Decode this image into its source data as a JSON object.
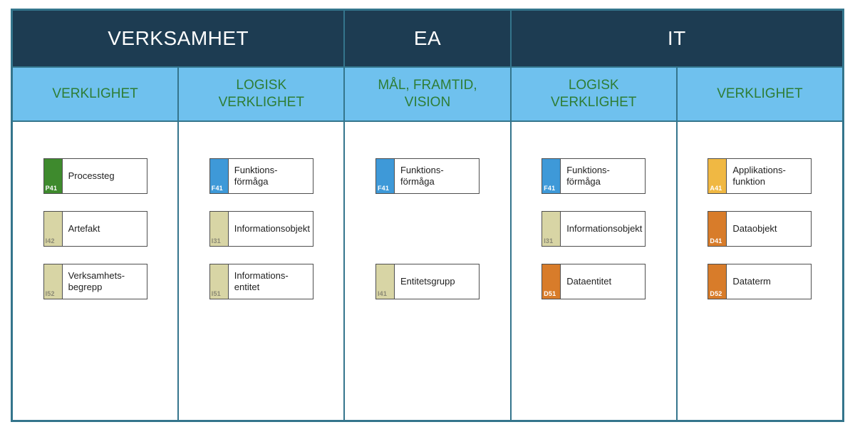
{
  "diagram": {
    "groups": [
      {
        "label": "VERKSAMHET",
        "span": 2
      },
      {
        "label": "EA",
        "span": 1
      },
      {
        "label": "IT",
        "span": 2
      }
    ],
    "columns": [
      {
        "label": "VERKLIGHET",
        "cards": [
          {
            "row": 0,
            "code": "P41",
            "tab": "green",
            "code_tone": "white",
            "label": "Processteg"
          },
          {
            "row": 1,
            "code": "I42",
            "tab": "beige",
            "code_tone": "muted",
            "label": "Artefakt"
          },
          {
            "row": 2,
            "code": "I52",
            "tab": "beige",
            "code_tone": "muted",
            "label": "Verksamhets-\nbegrepp"
          }
        ]
      },
      {
        "label": "LOGISK\nVERKLIGHET",
        "cards": [
          {
            "row": 0,
            "code": "F41",
            "tab": "blue",
            "code_tone": "white",
            "label": "Funktions-\nförmåga"
          },
          {
            "row": 1,
            "code": "I31",
            "tab": "beige",
            "code_tone": "muted",
            "label": "Informationsobjekt"
          },
          {
            "row": 2,
            "code": "I51",
            "tab": "beige",
            "code_tone": "muted",
            "label": "Informations-\nentitet"
          }
        ]
      },
      {
        "label": "MÅL, FRAMTID,\nVISION",
        "cards": [
          {
            "row": 0,
            "code": "F41",
            "tab": "blue",
            "code_tone": "white",
            "label": "Funktions-\nförmåga"
          },
          {
            "row": 2,
            "code": "I41",
            "tab": "beige",
            "code_tone": "muted",
            "label": "Entitetsgrupp"
          }
        ]
      },
      {
        "label": "LOGISK\nVERKLIGHET",
        "cards": [
          {
            "row": 0,
            "code": "F41",
            "tab": "blue",
            "code_tone": "white",
            "label": "Funktions-\nförmåga"
          },
          {
            "row": 1,
            "code": "I31",
            "tab": "beige",
            "code_tone": "muted",
            "label": "Informationsobjekt"
          },
          {
            "row": 2,
            "code": "D51",
            "tab": "orange",
            "code_tone": "white",
            "label": "Dataentitet"
          }
        ]
      },
      {
        "label": "VERKLIGHET",
        "cards": [
          {
            "row": 0,
            "code": "A41",
            "tab": "yellow",
            "code_tone": "white",
            "label": "Applikations-\nfunktion"
          },
          {
            "row": 1,
            "code": "D41",
            "tab": "orange",
            "code_tone": "white",
            "label": "Dataobjekt"
          },
          {
            "row": 2,
            "code": "D52",
            "tab": "orange",
            "code_tone": "white",
            "label": "Dataterm"
          }
        ]
      }
    ]
  },
  "colors": {
    "header_bg": "#1d3c52",
    "header_text": "#ffffff",
    "subheader_bg": "#6fc1ee",
    "subheader_text": "#2e7d35",
    "gridline": "#34758c",
    "card_border": "#4f4f4f",
    "card_bg": "#ffffff",
    "card_text": "#1f1f1f",
    "tabs": {
      "green": "#3e8a2d",
      "beige": "#d8d5a5",
      "blue": "#3e99d8",
      "orange": "#d87c2a",
      "yellow": "#f0b843"
    },
    "code_white": "#ffffff",
    "code_muted": "#8a8874"
  }
}
